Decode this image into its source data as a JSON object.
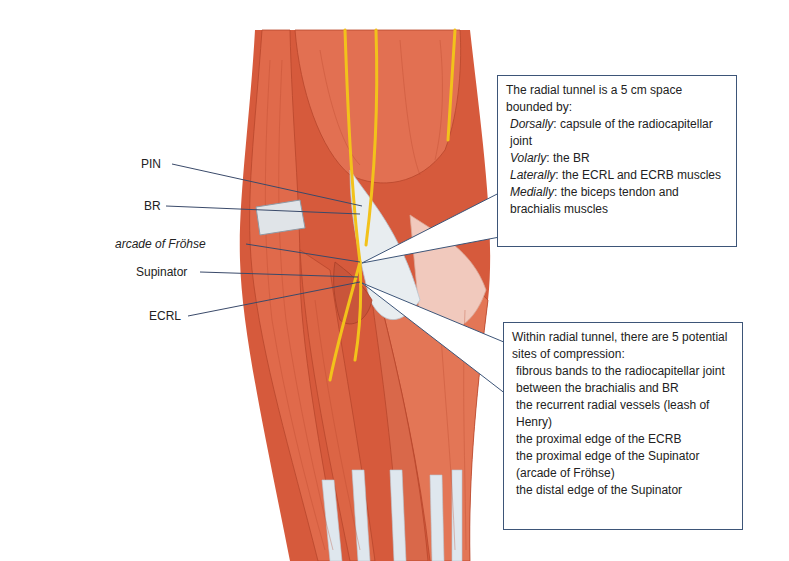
{
  "diagram": {
    "nodes": [
      {
        "text": [
          "The radial tunnel is a 5 cm space bounded by:",
          "Dorsally: capsule of the radiocapitellar joint",
          "Volarly: the BR",
          "Laterally: the ECRL and ECRB muscles",
          "Medially: the biceps tendon and brachialis muscles"
        ]
      },
      {
        "text": [
          "Within radial tunnel, there are 5 potential sites of compression:",
          "fibrous bands to the radiocapitellar joint between the brachialis and BR",
          "the recurrent radial vessels (leash of Henry)",
          "the proximal edge of the ECRB",
          "the proximal edge of the Supinator (arcade of Fröhse)",
          "the distal edge of the Supinator"
        ]
      }
    ],
    "labels": [
      "PIN",
      "BR",
      "arcade of Fröhse",
      "Supinator",
      "ECRL"
    ]
  }
}
